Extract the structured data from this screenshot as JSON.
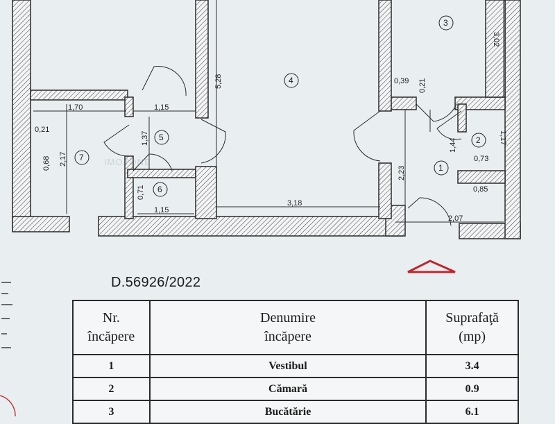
{
  "plan": {
    "dimensions": {
      "d_1_70": "1,70",
      "d_1_15_top": "1,15",
      "d_5_28": "5,28",
      "d_1_37": "1,37",
      "d_0_21_left": "0,21",
      "d_0_68": "0,68",
      "d_2_17": "2,17",
      "d_0_71": "0,71",
      "d_1_15_bottom": "1,15",
      "d_3_18": "3,18",
      "d_3_02": "3,02",
      "d_0_39": "0,39",
      "d_0_21_right": "0,21",
      "d_1_44": "1,44",
      "d_1_17": "1,17",
      "d_0_73": "0,73",
      "d_2_23": "2,23",
      "d_0_85": "0,85",
      "d_2_07": "2,07"
    },
    "room_numbers": {
      "r1": "1",
      "r2": "2",
      "r3": "3",
      "r4": "4",
      "r5": "5",
      "r6": "6",
      "r7": "7"
    },
    "watermark": "IMOZONE",
    "north_marker_color": "#c0262c"
  },
  "document_id": "D.56926/2022",
  "table": {
    "headers": {
      "nr": [
        "Nr.",
        "încăpere"
      ],
      "name": [
        "Denumire",
        "încăpere"
      ],
      "area": [
        "Suprafaţă",
        "(mp)"
      ]
    },
    "rows": [
      {
        "nr": "1",
        "name": "Vestibul",
        "area": "3.4"
      },
      {
        "nr": "2",
        "name": "Cămară",
        "area": "0.9"
      },
      {
        "nr": "3",
        "name": "Bucătărie",
        "area": "6.1"
      }
    ]
  }
}
